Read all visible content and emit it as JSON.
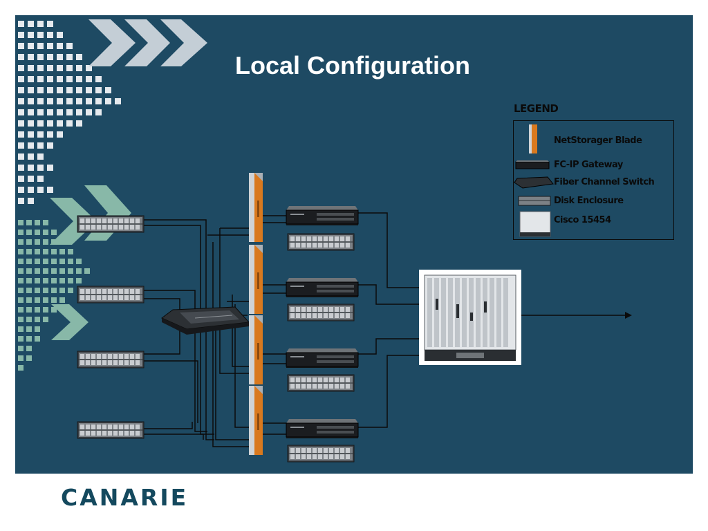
{
  "slide": {
    "title": "Local Configuration"
  },
  "legend": {
    "heading": "LEGEND",
    "items": [
      {
        "icon": "netstorager-blade-icon",
        "label": "NetStorager Blade"
      },
      {
        "icon": "fc-ip-gateway-icon",
        "label": "FC-IP Gateway"
      },
      {
        "icon": "fiber-channel-switch-icon",
        "label": "Fiber Channel Switch"
      },
      {
        "icon": "disk-enclosure-icon",
        "label": "Disk Enclosure"
      },
      {
        "icon": "cisco-15454-icon",
        "label": "Cisco 15454"
      }
    ]
  },
  "logo": {
    "text": "CANARIE"
  },
  "colors": {
    "slide_background": "#1e4a63",
    "blade_orange": "#d9791e",
    "logo_teal": "#14495e",
    "pattern_white": "#e6eaee",
    "pattern_green": "#88b8a8"
  }
}
